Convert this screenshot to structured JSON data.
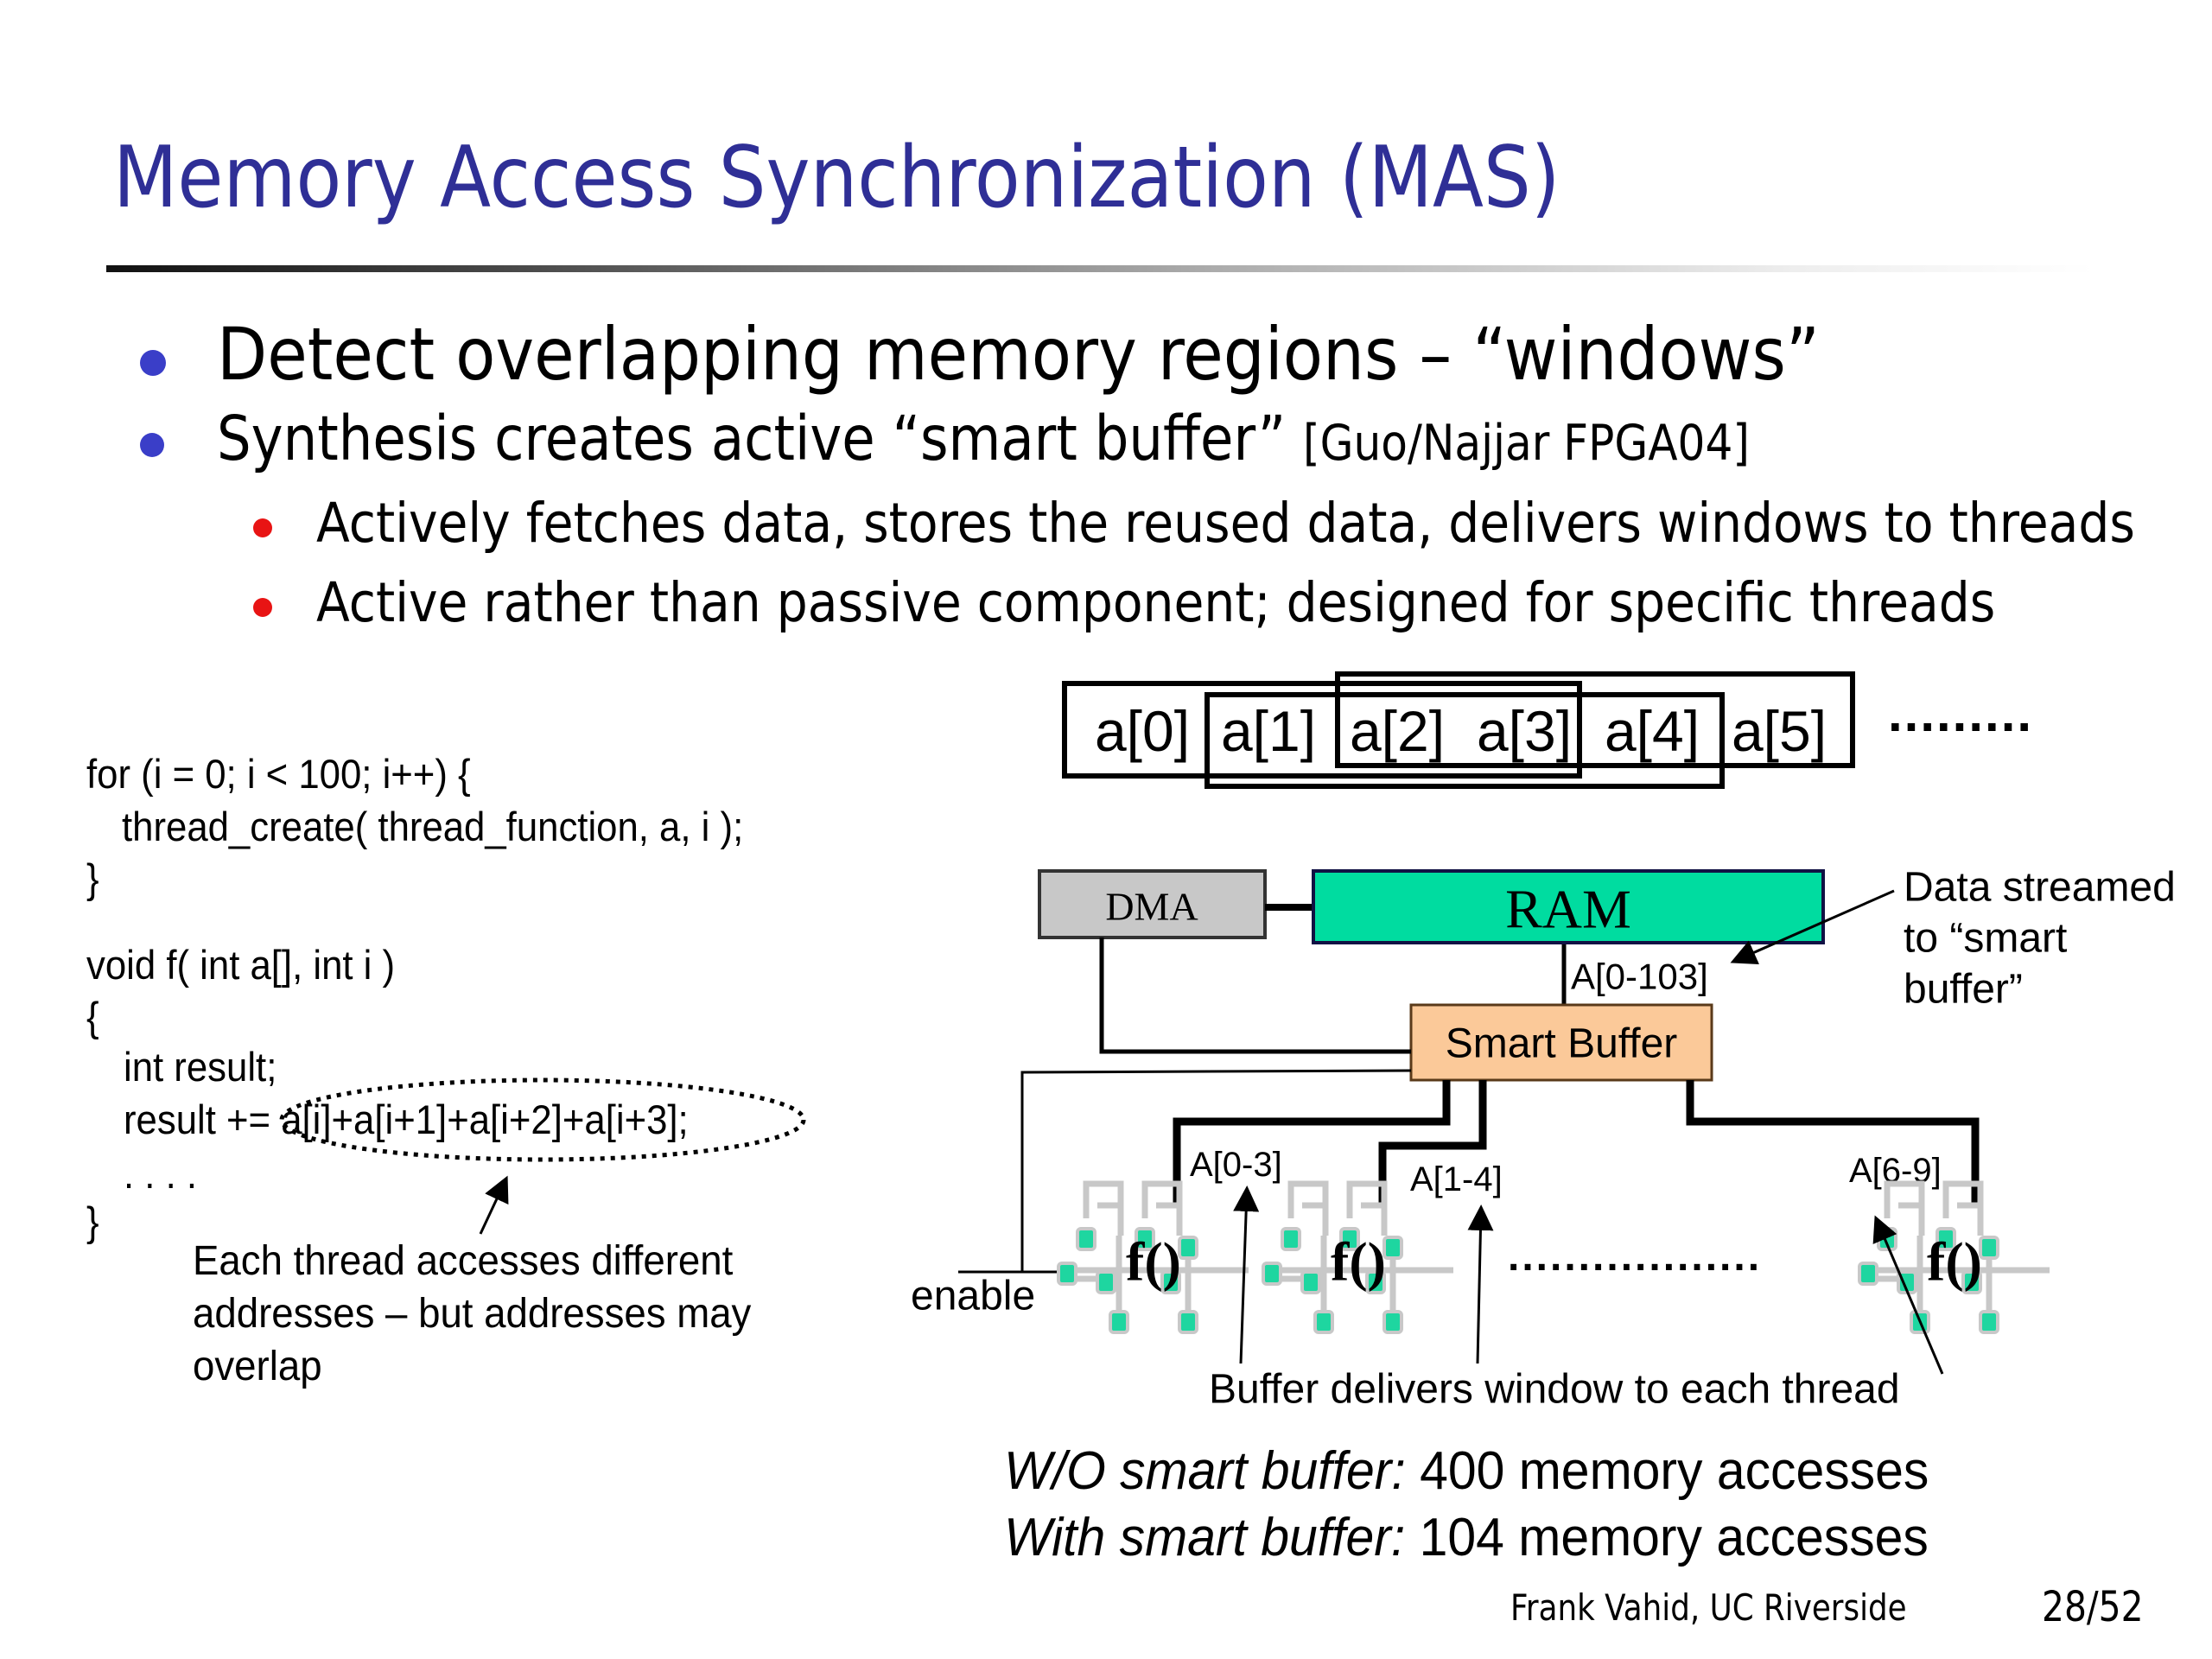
{
  "slide": {
    "title": "Memory Access Synchronization (MAS)",
    "bullets": [
      {
        "text": "Detect overlapping memory regions – “windows”"
      },
      {
        "text": "Synthesis creates active “smart buffer”",
        "citation": "[Guo/Najjar FPGA04]"
      }
    ],
    "sub_bullets": [
      "Actively fetches data, stores the reused data, delivers windows to threads",
      "Active rather than passive component; designed for specific threads"
    ],
    "colors": {
      "title": "#2f2f96",
      "bullet_level1": "#3a3ec8",
      "bullet_level2": "#e81414",
      "ram_fill": "#00dca0",
      "dma_fill": "#c8c8c8",
      "smart_buffer_fill": "#fbc999",
      "thread_node": "#1ed6a0"
    }
  },
  "code": {
    "lines": [
      "for (i = 0; i < 100; i++) {",
      "thread_create( thread_function, a, i );",
      "}",
      "void f( int a[], int i )",
      "{",
      "int result;",
      "result += a[i]+a[i+1]+a[i+2]+a[i+3];",
      ". . . .",
      "}"
    ],
    "annotation": [
      "Each thread accesses different",
      "addresses – but addresses may",
      "overlap"
    ]
  },
  "diagram": {
    "array_cells": [
      "a[0]",
      "a[1]",
      "a[2]",
      "a[3]",
      "a[4]",
      "a[5]"
    ],
    "array_ellipsis": ".........",
    "dma_label": "DMA",
    "ram_label": "RAM",
    "ram_bus_label": "A[0-103]",
    "smart_buffer_label": "Smart Buffer",
    "stream_note": [
      "Data streamed",
      "to “smart",
      "buffer”"
    ],
    "enable_label": "enable",
    "windows": [
      "A[0-3]",
      "A[1-4]",
      "A[6-9]"
    ],
    "thread_label": "f()",
    "thread_ellipsis": "..................",
    "delivery_note": "Buffer delivers window to each thread"
  },
  "summary": {
    "without_label": "W/O smart buffer:",
    "without_value": " 400 memory accesses",
    "with_label": "With smart buffer:",
    "with_value": " 104 memory accesses"
  },
  "footer": {
    "author": "Frank Vahid, UC Riverside",
    "page": "28/52"
  }
}
